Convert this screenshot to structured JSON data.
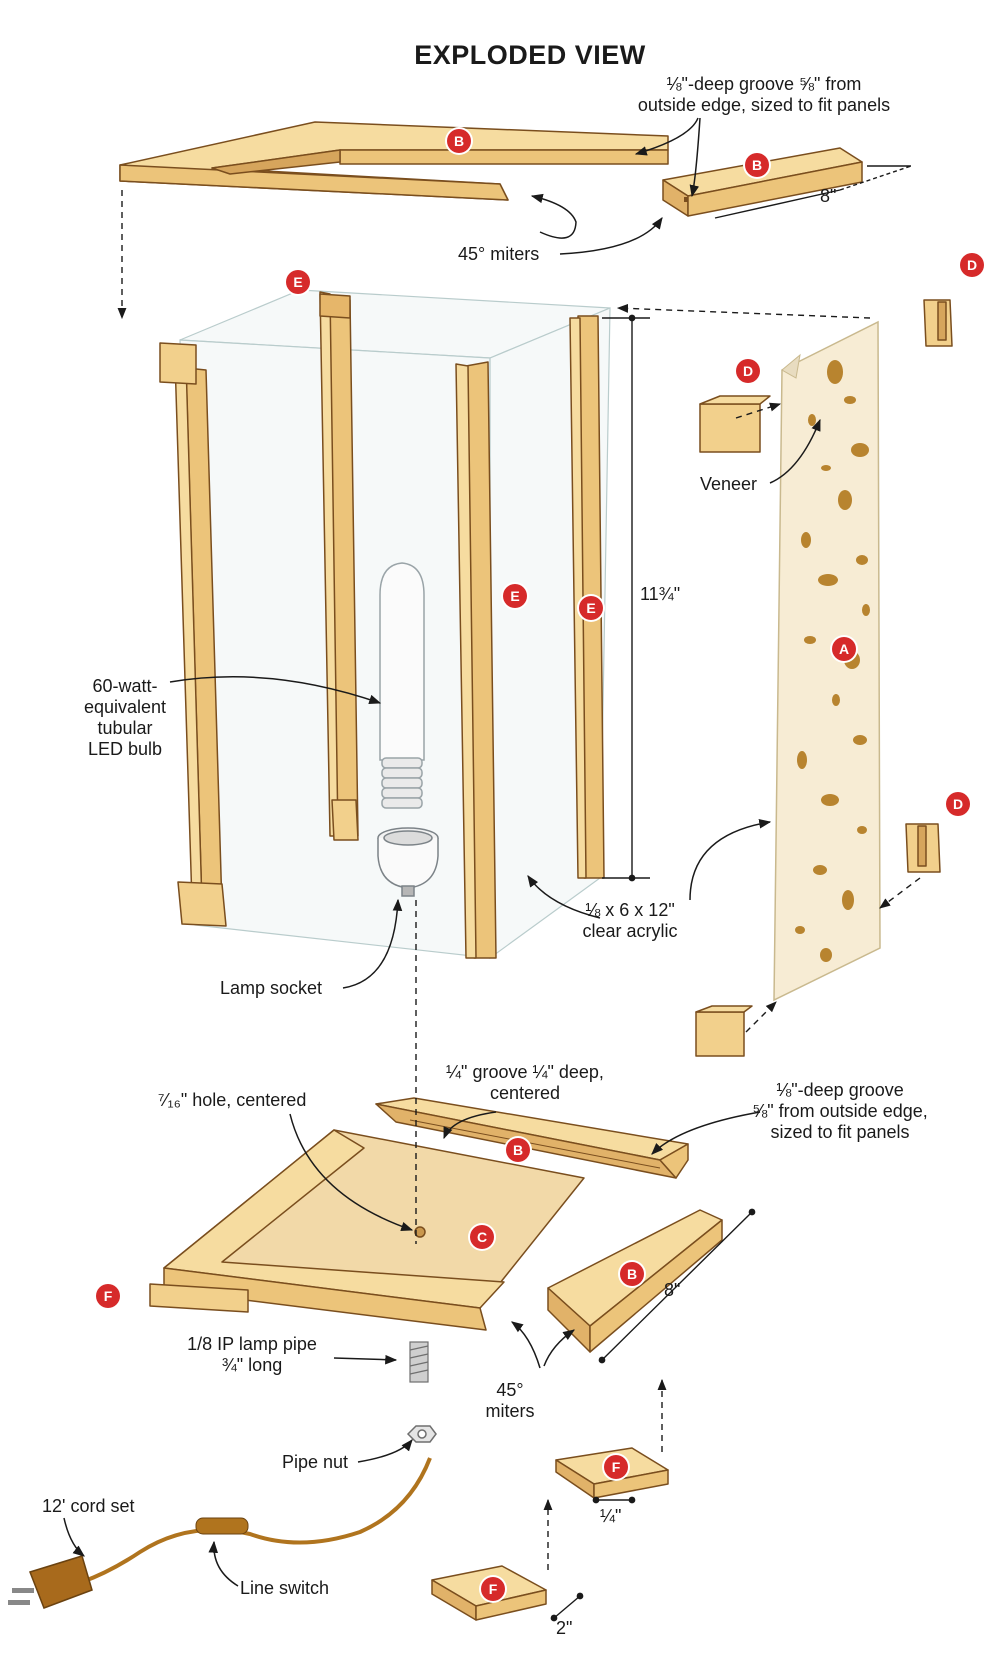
{
  "title": "EXPLODED VIEW",
  "colors": {
    "wood_light": "#f6dca0",
    "wood_mid": "#ecc47a",
    "wood_edge": "#c9974d",
    "outline": "#7a4e1e",
    "veneer": "#f7ecd4",
    "veneer_spots": "#b8842f",
    "acrylic": "#eef4f4",
    "tag": "#d62a2a",
    "leader": "#1a1a1a"
  },
  "labels": {
    "top_groove": [
      "⅛\"-deep groove ⅝\" from",
      "outside edge, sized to fit panels"
    ],
    "top_miters": "45° miters",
    "top_dim": "8\"",
    "veneer": "Veneer",
    "height": "11¾\"",
    "bulb": [
      "60-watt-",
      "equivalent",
      "tubular",
      "LED bulb"
    ],
    "acrylic": [
      "⅛ x 6 x 12\"",
      "clear acrylic"
    ],
    "socket": "Lamp socket",
    "hole": "⁷⁄₁₆\" hole, centered",
    "center_groove": [
      "¼\" groove ¼\" deep,",
      "centered"
    ],
    "base_groove": [
      "⅛\"-deep groove",
      "⅝\" from outside edge,",
      "sized to fit panels"
    ],
    "base_dim": "8\"",
    "pipe": [
      "1/8 IP lamp pipe",
      "¾\" long"
    ],
    "base_miters": [
      "45°",
      "miters"
    ],
    "pipe_nut": "Pipe nut",
    "cord": "12' cord set",
    "switch": "Line switch",
    "foot_thick": "¼\"",
    "foot_dim": "2\""
  },
  "parts": {
    "A": "A",
    "B": "B",
    "C": "C",
    "D": "D",
    "E": "E",
    "F": "F"
  }
}
